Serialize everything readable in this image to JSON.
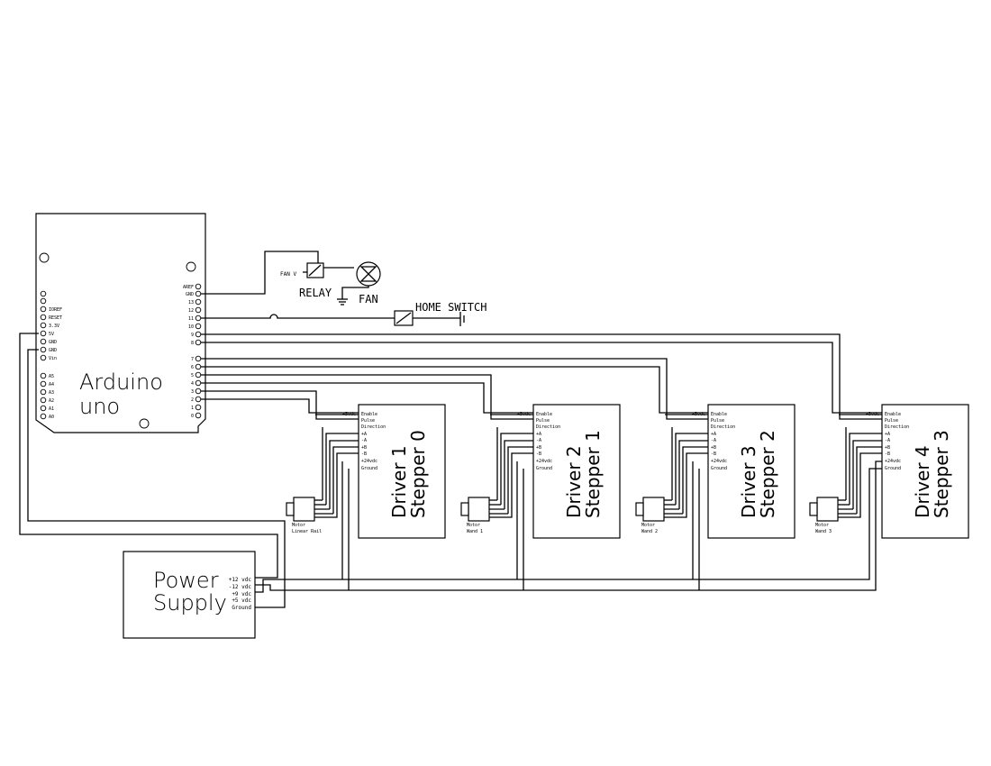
{
  "arduino": {
    "title_line1": "Arduino",
    "title_line2": "uno",
    "left_pins": [
      "IOREF",
      "RESET",
      "3.3V",
      "5V",
      "GND",
      "GND",
      "Vin"
    ],
    "analog_pins": [
      "A5",
      "A4",
      "A3",
      "A2",
      "A1",
      "A0"
    ],
    "right_pins_top": [
      "AREF",
      "GND",
      "13",
      "12",
      "11",
      "10",
      "9",
      "8"
    ],
    "right_pins_bottom": [
      "7",
      "6",
      "5",
      "4",
      "3",
      "2",
      "1",
      "0"
    ]
  },
  "fan_circuit": {
    "fan_v_label": "FAN V",
    "relay_label": "RELAY",
    "fan_label": "FAN"
  },
  "home_switch": {
    "label": "HOME SWITCH"
  },
  "driver_pin_labels": [
    "+5vdc",
    "Enable",
    "Pulse",
    "Direction",
    "+A",
    "-A",
    "+B",
    "-B",
    "+24vdc",
    "Ground"
  ],
  "drivers": [
    {
      "driver_label": "Driver 1",
      "stepper_label": "Stepper 0",
      "motor_line1": "Motor",
      "motor_line2": "Linear Rail"
    },
    {
      "driver_label": "Driver 2",
      "stepper_label": "Stepper 1",
      "motor_line1": "Motor",
      "motor_line2": "Wand 1"
    },
    {
      "driver_label": "Driver 3",
      "stepper_label": "Stepper 2",
      "motor_line1": "Motor",
      "motor_line2": "Wand 2"
    },
    {
      "driver_label": "Driver 4",
      "stepper_label": "Stepper 3",
      "motor_line1": "Motor",
      "motor_line2": "Wand 3"
    }
  ],
  "power_supply": {
    "title_line1": "Power",
    "title_line2": "Supply",
    "outputs": [
      "+12 vdc",
      "-12 vdc",
      "+9 vdc",
      "+5 vdc",
      "Ground"
    ]
  }
}
